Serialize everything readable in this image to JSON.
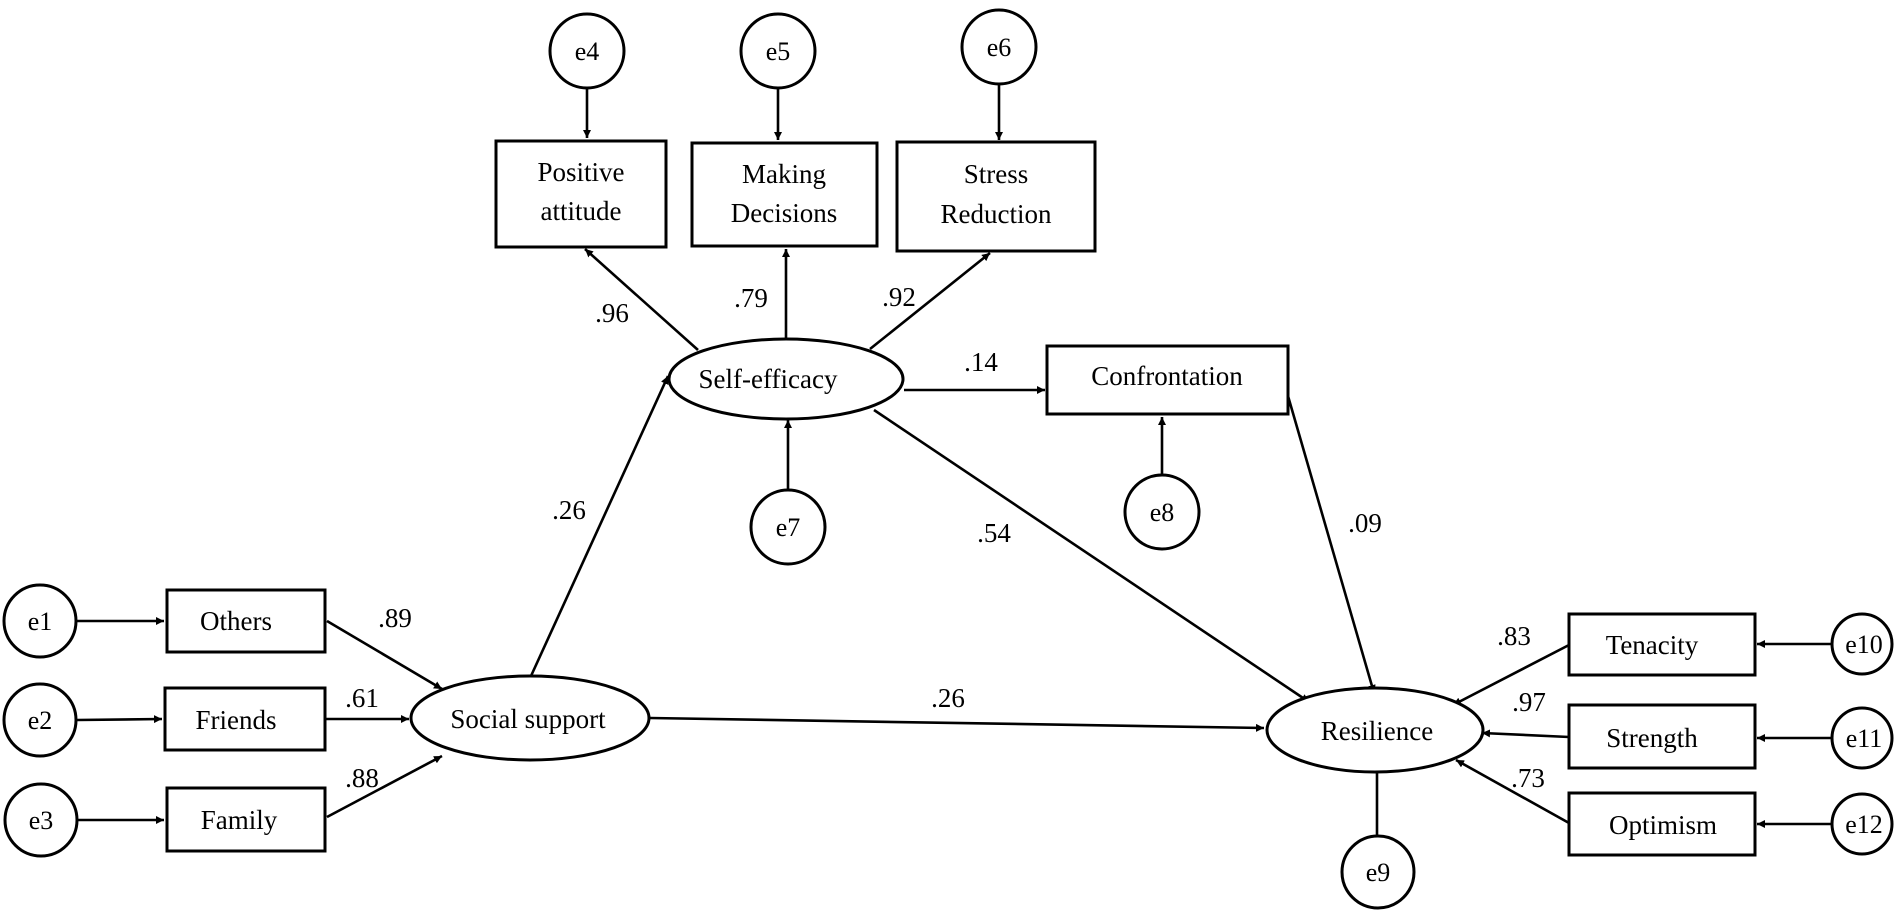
{
  "nodes": {
    "positive_attitude": [
      "Positive",
      "attitude"
    ],
    "making_decisions": [
      "Making",
      "Decisions"
    ],
    "stress_reduction": [
      "Stress",
      "Reduction"
    ],
    "self_efficacy": "Self-efficacy",
    "confrontation": "Confrontation",
    "others": "Others",
    "friends": "Friends",
    "family": "Family",
    "social_support": "Social support",
    "resilience": "Resilience",
    "tenacity": "Tenacity",
    "strength": "Strength",
    "optimism": "Optimism"
  },
  "errors": {
    "e1": "e1",
    "e2": "e2",
    "e3": "e3",
    "e4": "e4",
    "e5": "e5",
    "e6": "e6",
    "e7": "e7",
    "e8": "e8",
    "e9": "e9",
    "e10": "e10",
    "e11": "e11",
    "e12": "e12"
  },
  "coefficients": {
    "se_to_positive": ".96",
    "se_to_decisions": ".79",
    "se_to_stress": ".92",
    "se_to_confrontation": ".14",
    "ss_to_se": ".26",
    "se_to_resilience": ".54",
    "confrontation_to_resilience": ".09",
    "others_to_ss": ".89",
    "friends_to_ss": ".61",
    "family_to_ss": ".88",
    "ss_to_resilience": ".26",
    "tenacity_to_resilience": ".83",
    "strength_to_resilience": ".97",
    "optimism_to_resilience": ".73"
  }
}
